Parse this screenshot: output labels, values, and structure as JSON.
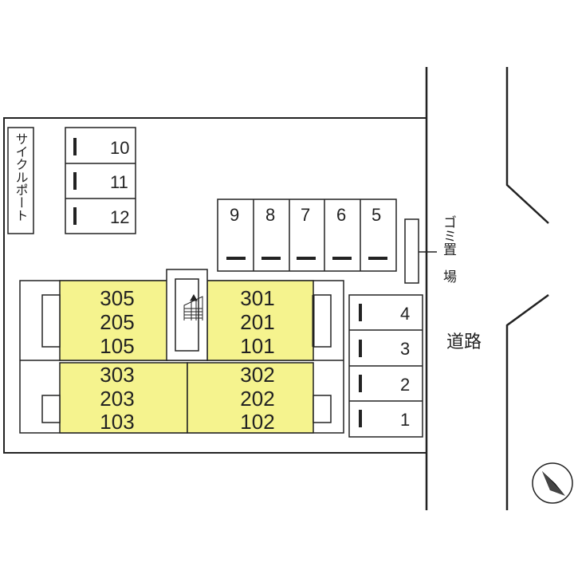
{
  "cycle_port": {
    "label": "サイクルポート"
  },
  "left_parking": [
    "10",
    "11",
    "12"
  ],
  "top_parking": [
    "9",
    "8",
    "7",
    "6",
    "5"
  ],
  "right_parking": [
    "4",
    "3",
    "2",
    "1"
  ],
  "garbage": {
    "label_line1": "ゴミ置",
    "label_line2": "場"
  },
  "road": {
    "label": "道路"
  },
  "building": {
    "units_top_left": [
      "305",
      "205",
      "105"
    ],
    "units_top_right": [
      "301",
      "201",
      "101"
    ],
    "units_bottom_left": [
      "303",
      "203",
      "103"
    ],
    "units_bottom_right": [
      "302",
      "202",
      "102"
    ]
  },
  "colors": {
    "unit_fill": "#f5f38e",
    "line": "#222222",
    "background": "#ffffff"
  },
  "icons": {
    "compass": "north-arrow-icon",
    "stairs": "stairs-icon"
  }
}
